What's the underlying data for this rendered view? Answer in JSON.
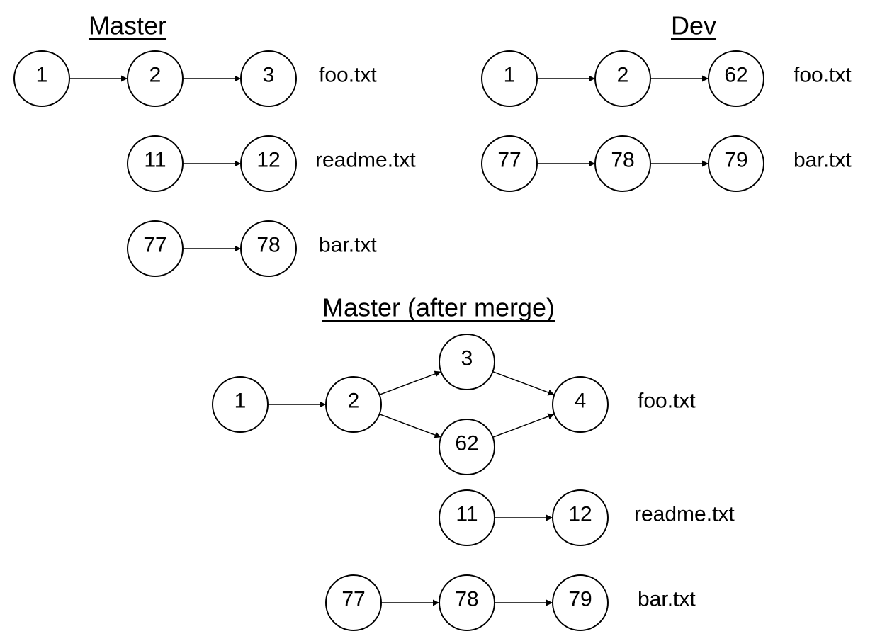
{
  "sections": [
    {
      "id": "master",
      "title": "Master"
    },
    {
      "id": "dev",
      "title": "Dev"
    },
    {
      "id": "merged",
      "title": "Master (after merge)"
    }
  ],
  "rows": [
    {
      "section": "master",
      "file": "foo.txt"
    },
    {
      "section": "master",
      "file": "readme.txt"
    },
    {
      "section": "master",
      "file": "bar.txt"
    },
    {
      "section": "dev",
      "file": "foo.txt"
    },
    {
      "section": "dev",
      "file": "bar.txt"
    },
    {
      "section": "merged",
      "file": "foo.txt"
    },
    {
      "section": "merged",
      "file": "readme.txt"
    },
    {
      "section": "merged",
      "file": "bar.txt"
    }
  ],
  "nodes": [
    {
      "id": "m-foo-1",
      "label": "1"
    },
    {
      "id": "m-foo-2",
      "label": "2"
    },
    {
      "id": "m-foo-3",
      "label": "3"
    },
    {
      "id": "m-readme-11",
      "label": "11"
    },
    {
      "id": "m-readme-12",
      "label": "12"
    },
    {
      "id": "m-bar-77",
      "label": "77"
    },
    {
      "id": "m-bar-78",
      "label": "78"
    },
    {
      "id": "d-foo-1",
      "label": "1"
    },
    {
      "id": "d-foo-2",
      "label": "2"
    },
    {
      "id": "d-foo-62",
      "label": "62"
    },
    {
      "id": "d-bar-77",
      "label": "77"
    },
    {
      "id": "d-bar-78",
      "label": "78"
    },
    {
      "id": "d-bar-79",
      "label": "79"
    },
    {
      "id": "g-foo-1",
      "label": "1"
    },
    {
      "id": "g-foo-2",
      "label": "2"
    },
    {
      "id": "g-foo-3",
      "label": "3"
    },
    {
      "id": "g-foo-62",
      "label": "62"
    },
    {
      "id": "g-foo-4",
      "label": "4"
    },
    {
      "id": "g-readme-11",
      "label": "11"
    },
    {
      "id": "g-readme-12",
      "label": "12"
    },
    {
      "id": "g-bar-77",
      "label": "77"
    },
    {
      "id": "g-bar-78",
      "label": "78"
    },
    {
      "id": "g-bar-79",
      "label": "79"
    }
  ],
  "edges": [
    {
      "from": "m-foo-1",
      "to": "m-foo-2"
    },
    {
      "from": "m-foo-2",
      "to": "m-foo-3"
    },
    {
      "from": "m-readme-11",
      "to": "m-readme-12"
    },
    {
      "from": "m-bar-77",
      "to": "m-bar-78"
    },
    {
      "from": "d-foo-1",
      "to": "d-foo-2"
    },
    {
      "from": "d-foo-2",
      "to": "d-foo-62"
    },
    {
      "from": "d-bar-77",
      "to": "d-bar-78"
    },
    {
      "from": "d-bar-78",
      "to": "d-bar-79"
    },
    {
      "from": "g-foo-1",
      "to": "g-foo-2"
    },
    {
      "from": "g-foo-2",
      "to": "g-foo-3"
    },
    {
      "from": "g-foo-2",
      "to": "g-foo-62"
    },
    {
      "from": "g-foo-3",
      "to": "g-foo-4"
    },
    {
      "from": "g-foo-62",
      "to": "g-foo-4"
    },
    {
      "from": "g-readme-11",
      "to": "g-readme-12"
    },
    {
      "from": "g-bar-77",
      "to": "g-bar-78"
    },
    {
      "from": "g-bar-78",
      "to": "g-bar-79"
    }
  ]
}
